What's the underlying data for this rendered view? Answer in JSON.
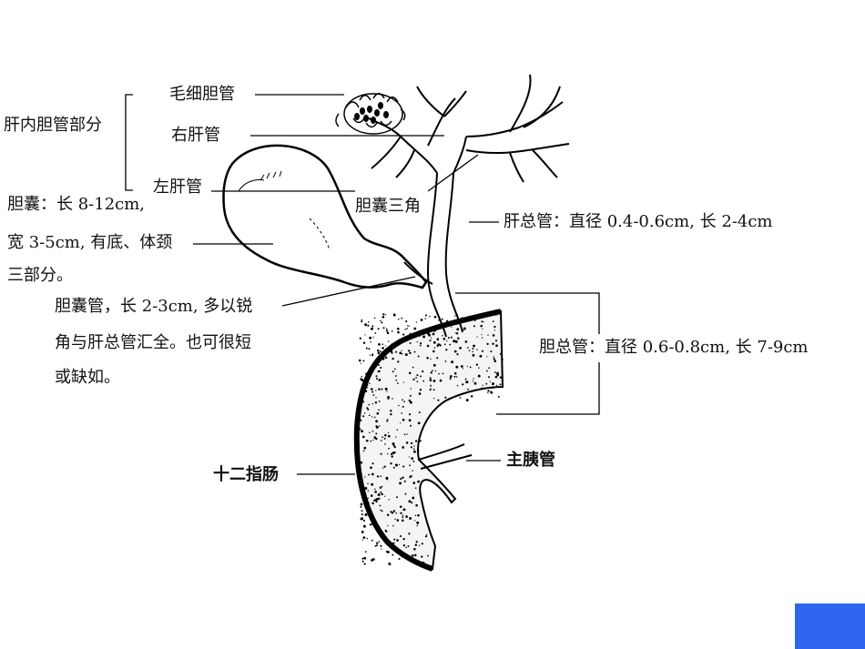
{
  "labels": {
    "capillary": "毛细胆管",
    "right_hepatic": "右肝管",
    "left_hepatic": "左肝管",
    "intrahepatic": "肝内胆管部分",
    "gallbladder_line1": "胆囊：长 8-12cm,",
    "gallbladder_line2": "宽 3-5cm, 有底、体颈",
    "gallbladder_line3": "三部分。",
    "triangle": "胆囊三角",
    "common_hepatic": "肝总管：直径 0.4-0.6cm, 长 2-4cm",
    "cystic_line1": "胆囊管，长 2-3cm, 多以锐",
    "cystic_line2": "角与肝总管汇全。也可很短",
    "cystic_line3": "或缺如。",
    "common_bile": "胆总管：直径 0.6-0.8cm, 长 7-9cm",
    "pancreatic": "主胰管",
    "duodenum": "十二指肠"
  },
  "colors": {
    "nav_square": "#2f66f0",
    "ink": "#111111"
  },
  "icons": [
    "biliary-anatomy-illustration",
    "blue-nav-square"
  ]
}
